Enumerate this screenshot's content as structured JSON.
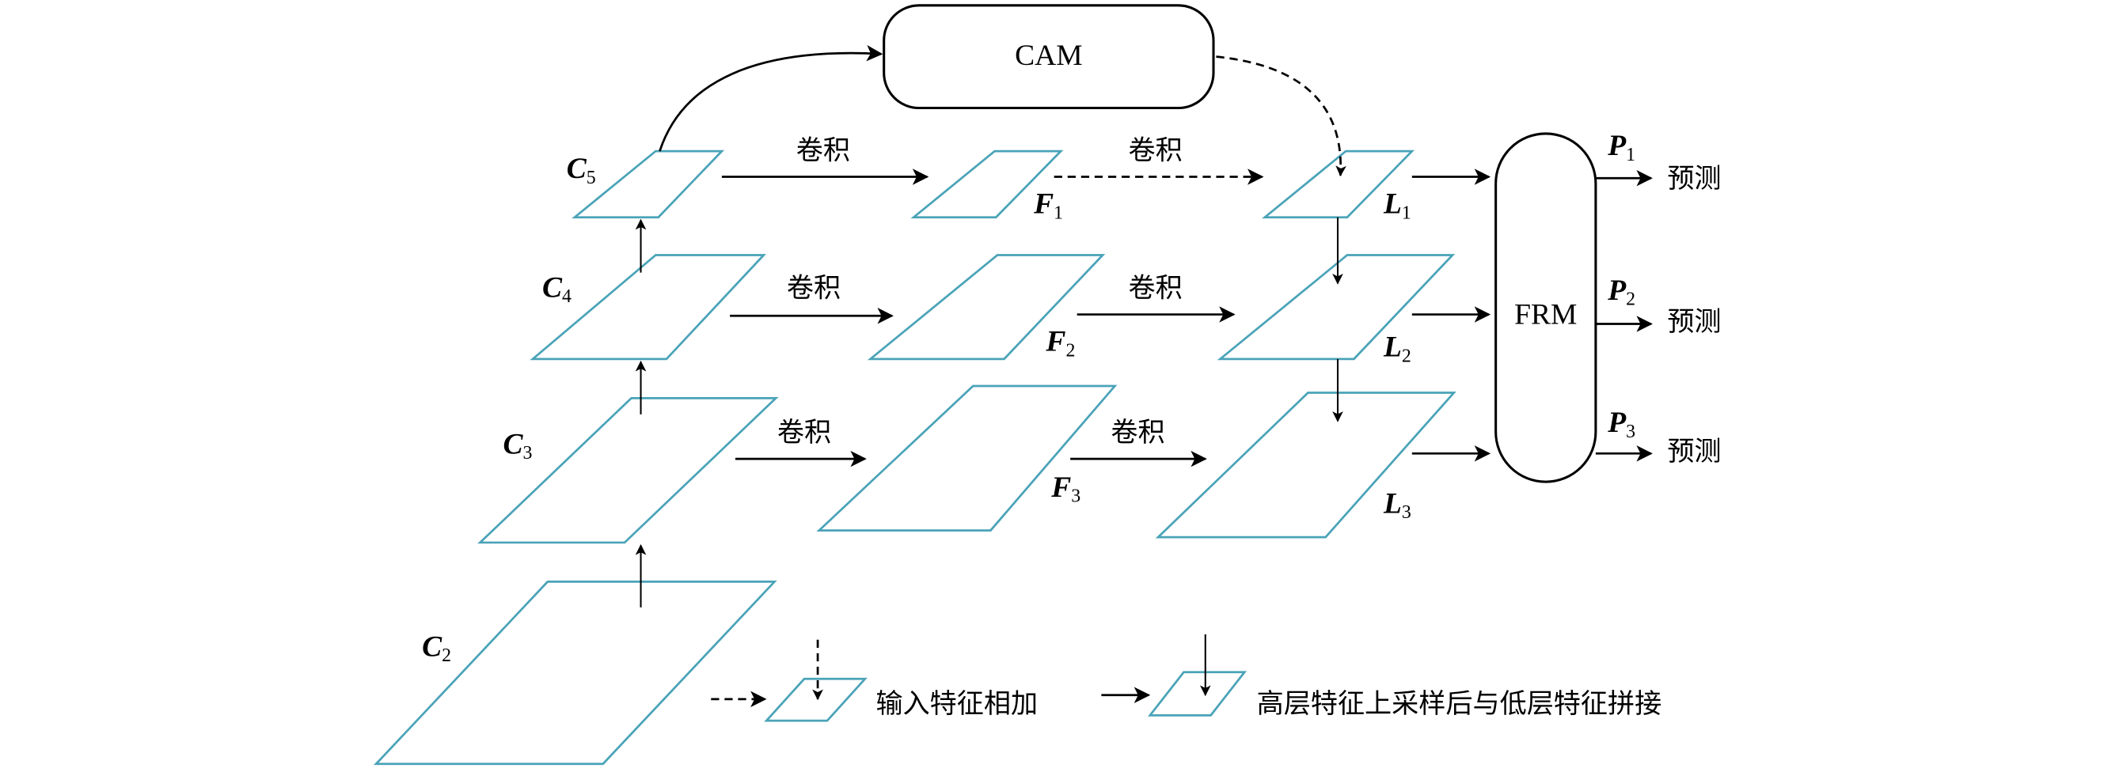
{
  "diagram": {
    "colors": {
      "feature_map": "#4aa3b8",
      "stroke": "#000000"
    },
    "modules": {
      "cam": "CAM",
      "frm": "FRM"
    },
    "backbone": [
      {
        "base": "C",
        "sub": "5"
      },
      {
        "base": "C",
        "sub": "4"
      },
      {
        "base": "C",
        "sub": "3"
      },
      {
        "base": "C",
        "sub": "2"
      }
    ],
    "features": [
      {
        "base": "F",
        "sub": "1"
      },
      {
        "base": "F",
        "sub": "2"
      },
      {
        "base": "F",
        "sub": "3"
      }
    ],
    "levels": [
      {
        "base": "L",
        "sub": "1"
      },
      {
        "base": "L",
        "sub": "2"
      },
      {
        "base": "L",
        "sub": "3"
      }
    ],
    "outputs": [
      {
        "base": "P",
        "sub": "1",
        "label": "预测"
      },
      {
        "base": "P",
        "sub": "2",
        "label": "预测"
      },
      {
        "base": "P",
        "sub": "3",
        "label": "预测"
      }
    ],
    "edge_label": "卷积",
    "legend": {
      "add": "输入特征相加",
      "concat": "高层特征上采样后与低层特征拼接"
    }
  }
}
